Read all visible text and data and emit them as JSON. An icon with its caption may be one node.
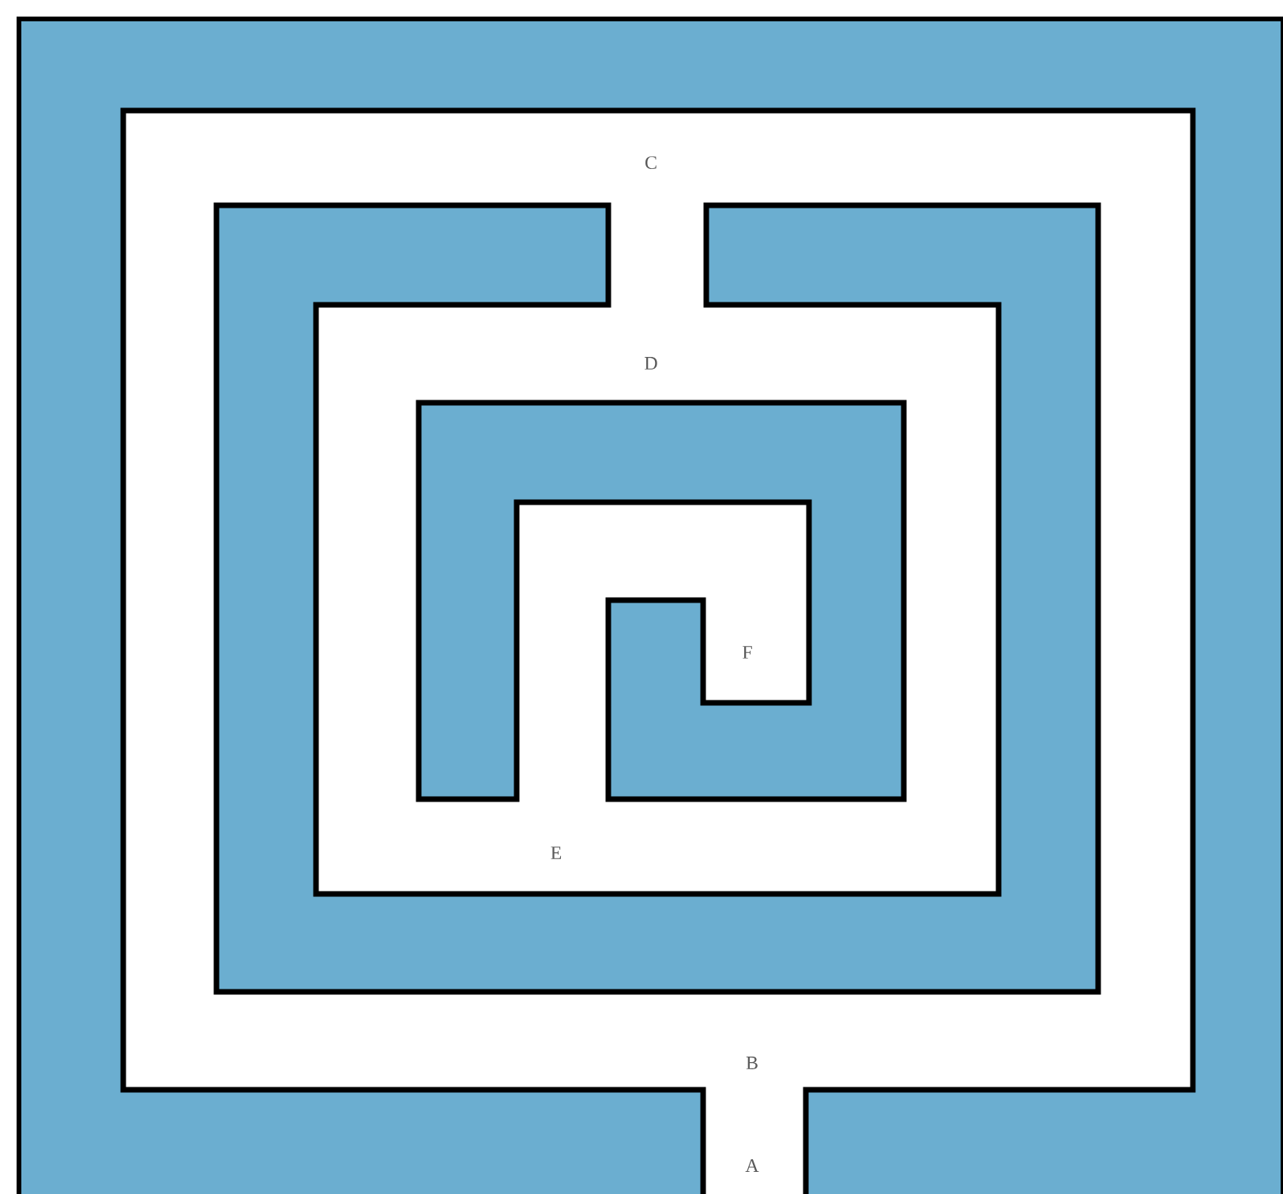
{
  "diagram": {
    "labels": [
      "C",
      "D",
      "F",
      "E",
      "B",
      "A"
    ]
  }
}
